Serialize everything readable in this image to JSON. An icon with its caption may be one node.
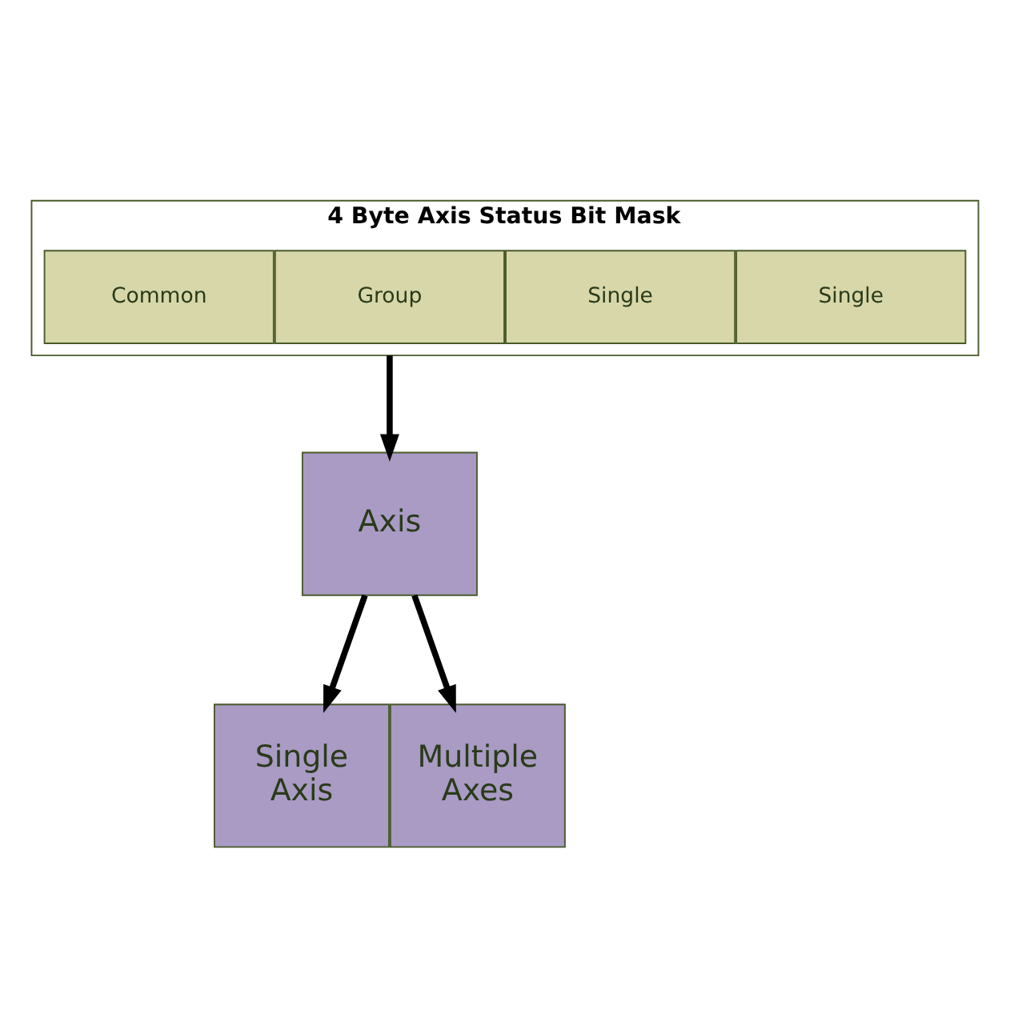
{
  "diagram": {
    "nodes": [
      {
        "text": [
          "4 Byte Axis Status Bit Mask"
        ]
      },
      {
        "text": [
          "Common"
        ],
        "in": 0
      },
      {
        "text": [
          "Group"
        ],
        "in": 0
      },
      {
        "text": [
          "Single"
        ],
        "in": 0
      },
      {
        "text": [
          "Single"
        ],
        "in": 0
      },
      {
        "text": [
          "Axis"
        ]
      },
      {
        "text": [
          "Single Axis"
        ]
      },
      {
        "text": [
          "Multiple Axes"
        ]
      }
    ],
    "edges": [
      {
        "from": 0,
        "to": 5,
        "arrow": "to"
      },
      {
        "from": 5,
        "to": 6,
        "arrow": "to"
      },
      {
        "from": 5,
        "to": 7,
        "arrow": "to"
      }
    ]
  }
}
